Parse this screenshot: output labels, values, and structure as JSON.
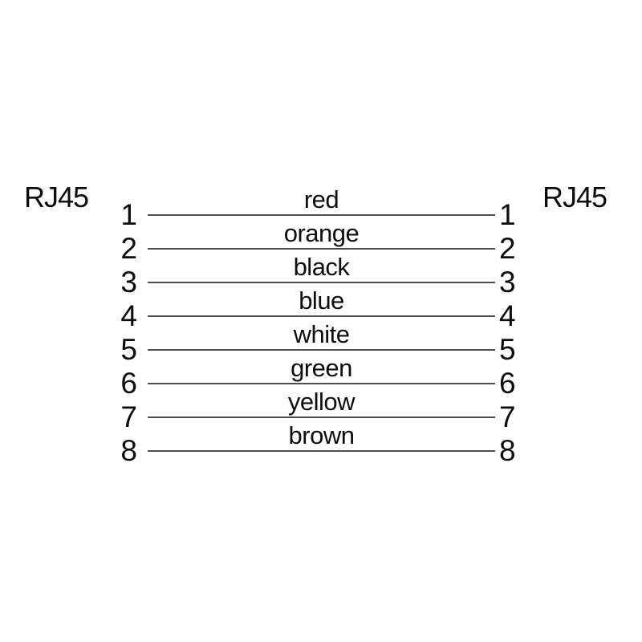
{
  "diagram": {
    "title_semantic": "RJ45 to RJ45 cable pinout wiring diagram",
    "background_color": "#ffffff",
    "line_color": "#4d4d4d",
    "text_color": "#0d0d0d",
    "connector_left": {
      "label": "RJ45"
    },
    "connector_right": {
      "label": "RJ45"
    },
    "wires": [
      {
        "pin_left": "1",
        "pin_right": "1",
        "color_label": "red"
      },
      {
        "pin_left": "2",
        "pin_right": "2",
        "color_label": "orange"
      },
      {
        "pin_left": "3",
        "pin_right": "3",
        "color_label": "black"
      },
      {
        "pin_left": "4",
        "pin_right": "4",
        "color_label": "blue"
      },
      {
        "pin_left": "5",
        "pin_right": "5",
        "color_label": "white"
      },
      {
        "pin_left": "6",
        "pin_right": "6",
        "color_label": "green"
      },
      {
        "pin_left": "7",
        "pin_right": "7",
        "color_label": "yellow"
      },
      {
        "pin_left": "8",
        "pin_right": "8",
        "color_label": "brown"
      }
    ]
  }
}
